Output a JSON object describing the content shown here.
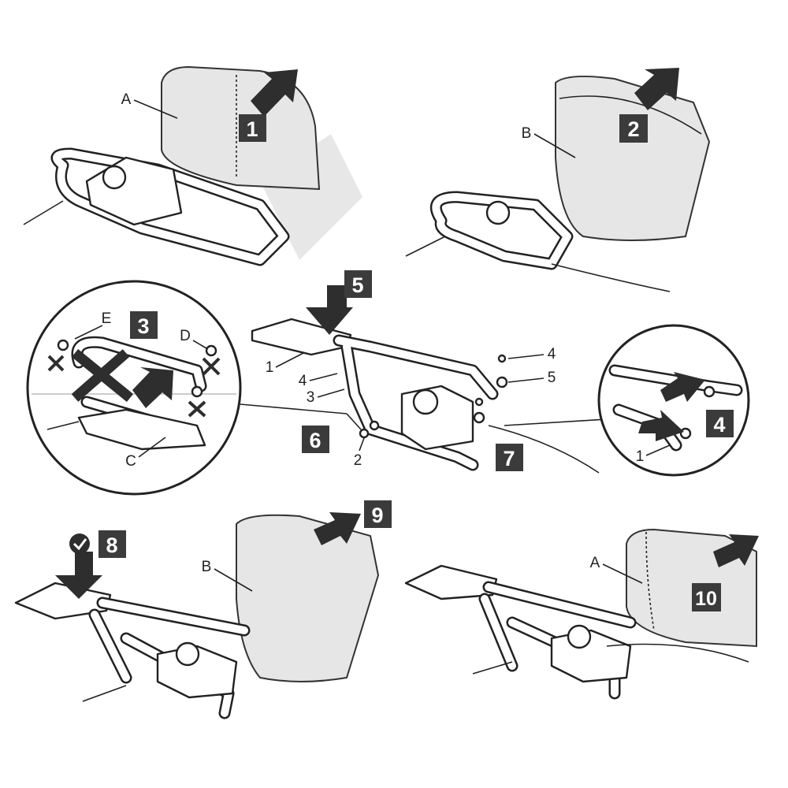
{
  "steps": [
    "1",
    "2",
    "3",
    "4",
    "5",
    "6",
    "7",
    "8",
    "9",
    "10"
  ],
  "part_labels": {
    "seat": "A",
    "storage_box": "B",
    "bracket": "C",
    "screw_d": "D",
    "screw_e": "E"
  },
  "component_numbers": {
    "rack_1": "1",
    "bracket_4": "4",
    "bolt_3": "3",
    "bolt_4": "4",
    "washer_5": "5",
    "nut_2": "2",
    "detail_1": "1"
  },
  "icons": {
    "check": "check-circle-icon",
    "cross": "x-mark-icon",
    "arrow": "push-arrow-icon"
  },
  "colors": {
    "badge": "#3b3b3b",
    "line": "#222222"
  }
}
